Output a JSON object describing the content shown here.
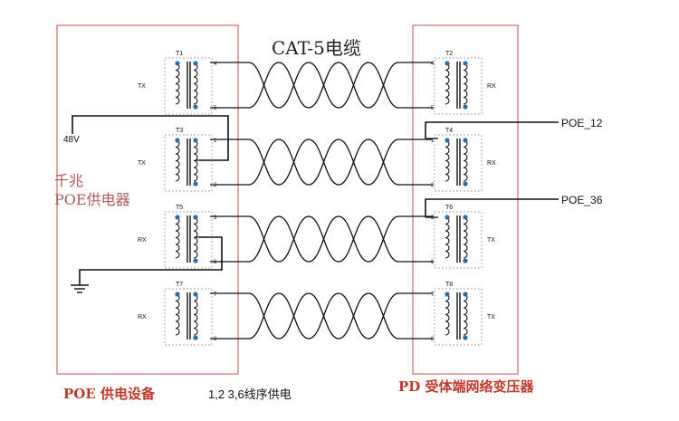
{
  "title": "CAT-5电缆",
  "pse": {
    "side_label_line1": "千兆",
    "side_label_line2": "POE供电器",
    "footer": "POE 供电设备",
    "voltage": "48V"
  },
  "pd": {
    "footer": "PD 受体端网络变压器",
    "outputs": [
      "POE_12",
      "POE_36"
    ]
  },
  "note": "1,2 3,6线序供电",
  "channels": [
    {
      "left_name": "T1",
      "left_role": "TX",
      "left_pins": [
        "4",
        "5"
      ],
      "right_name": "T2",
      "right_role": "RX",
      "right_pins": [
        "4",
        "5"
      ]
    },
    {
      "left_name": "T3",
      "left_role": "TX",
      "left_pins": [
        "1",
        "2"
      ],
      "right_name": "T4",
      "right_role": "RX",
      "right_pins": [
        "1",
        "2"
      ]
    },
    {
      "left_name": "T5",
      "left_role": "RX",
      "left_pins": [
        "3",
        "6"
      ],
      "right_name": "T6",
      "right_role": "TX",
      "right_pins": [
        "3",
        "6"
      ]
    },
    {
      "left_name": "T7",
      "left_role": "RX",
      "left_pins": [
        "7",
        "8"
      ],
      "right_name": "T8",
      "right_role": "TX",
      "right_pins": [
        "7",
        "8"
      ]
    }
  ],
  "colors": {
    "box_border": "#d98a8a",
    "footer_red": "#c0392b",
    "accent_blue": "#2b6cb0",
    "line": "#111111"
  }
}
